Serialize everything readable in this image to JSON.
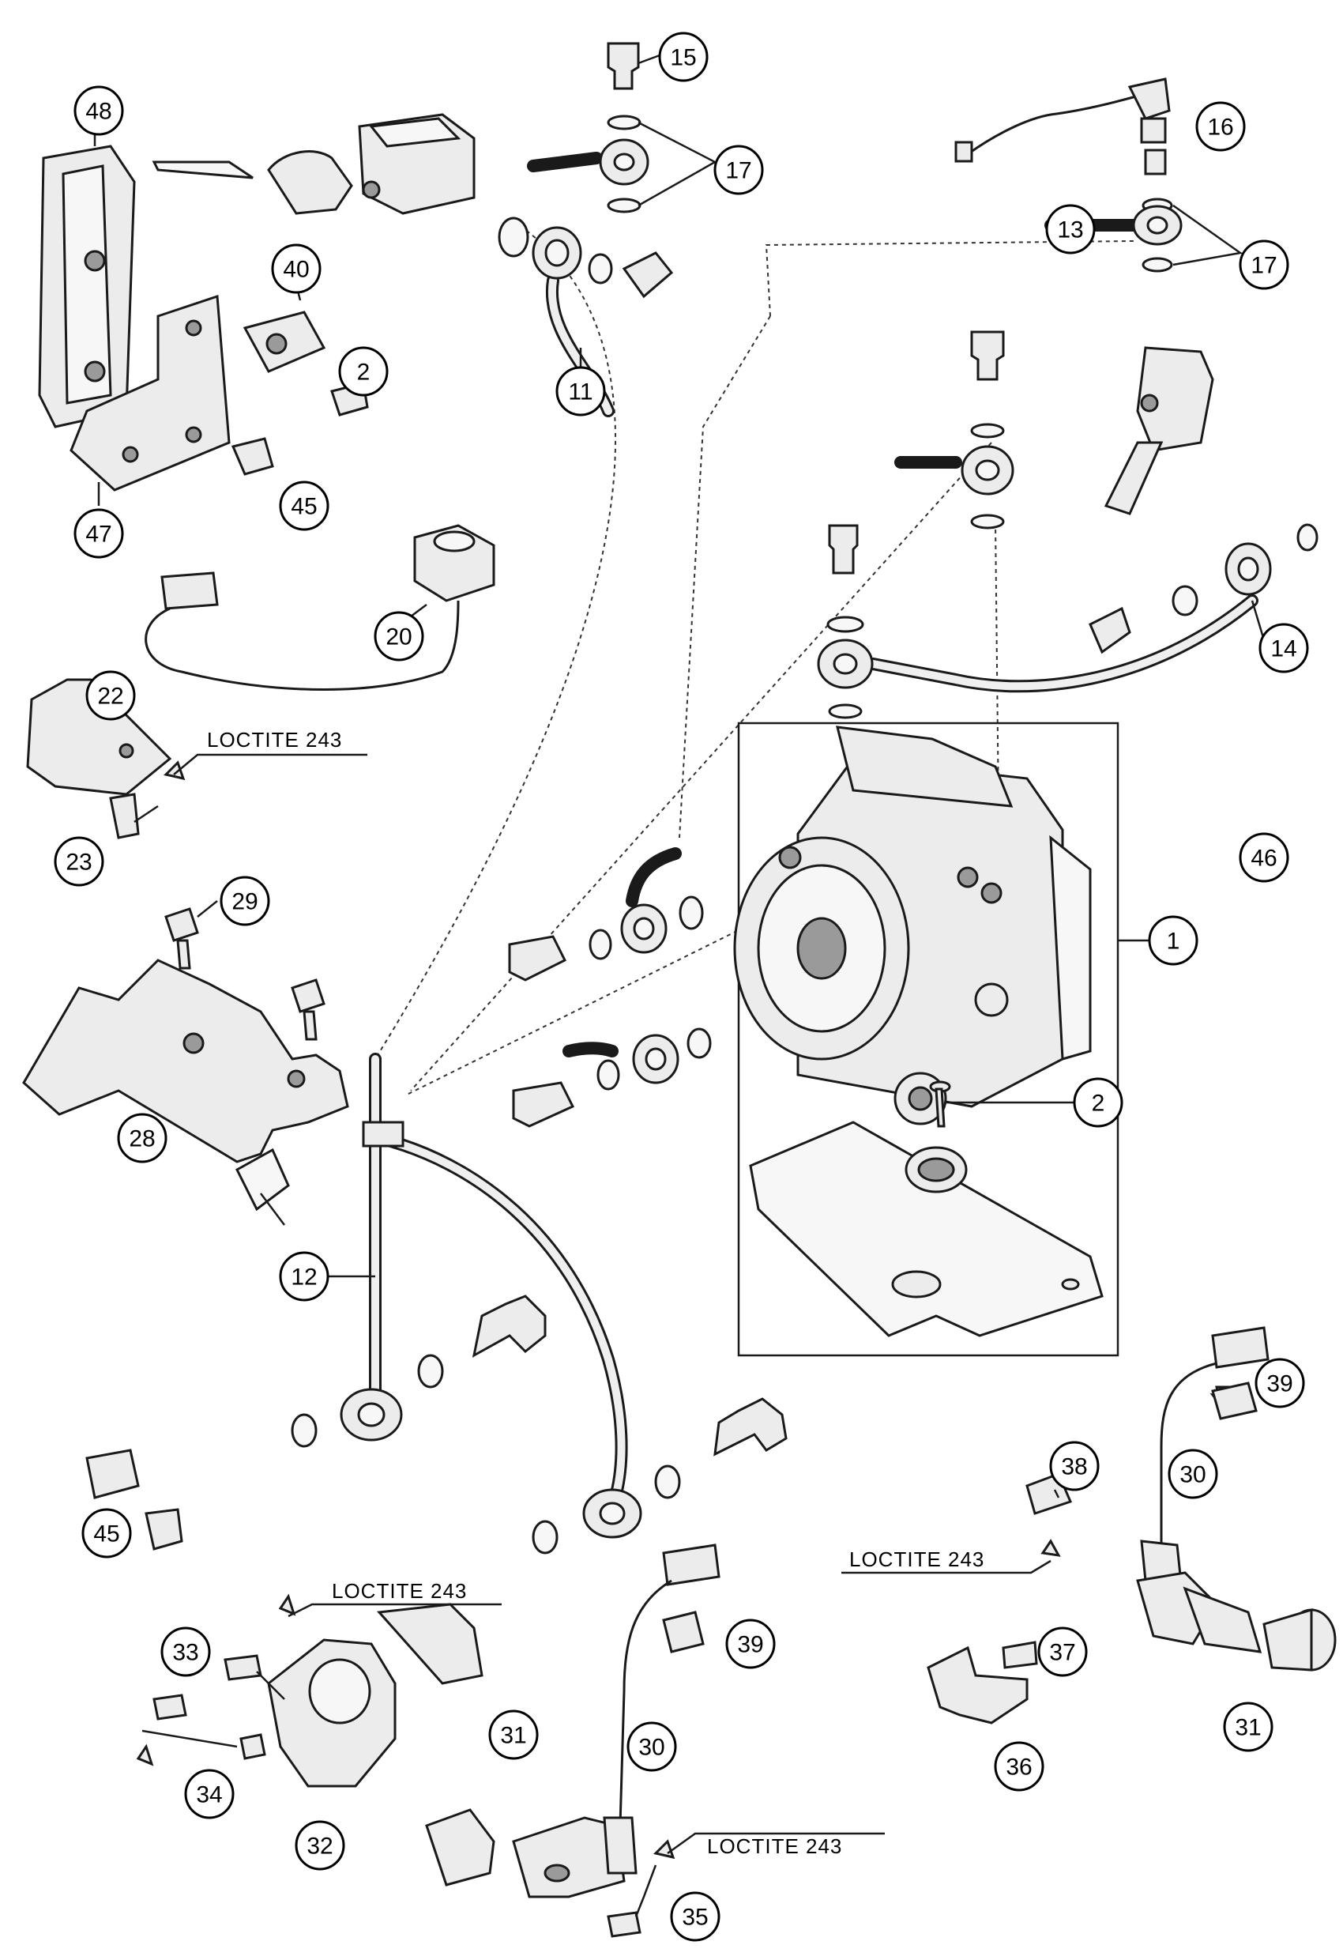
{
  "diagram": {
    "callouts": [
      {
        "id": "c1",
        "number": "1"
      },
      {
        "id": "c2a",
        "number": "2"
      },
      {
        "id": "c2b",
        "number": "2"
      },
      {
        "id": "c11",
        "number": "11"
      },
      {
        "id": "c12",
        "number": "12"
      },
      {
        "id": "c13",
        "number": "13"
      },
      {
        "id": "c14",
        "number": "14"
      },
      {
        "id": "c15",
        "number": "15"
      },
      {
        "id": "c16",
        "number": "16"
      },
      {
        "id": "c17a",
        "number": "17"
      },
      {
        "id": "c17b",
        "number": "17"
      },
      {
        "id": "c20",
        "number": "20"
      },
      {
        "id": "c22",
        "number": "22"
      },
      {
        "id": "c23",
        "number": "23"
      },
      {
        "id": "c28",
        "number": "28"
      },
      {
        "id": "c29",
        "number": "29"
      },
      {
        "id": "c30a",
        "number": "30"
      },
      {
        "id": "c30b",
        "number": "30"
      },
      {
        "id": "c31a",
        "number": "31"
      },
      {
        "id": "c31b",
        "number": "31"
      },
      {
        "id": "c32",
        "number": "32"
      },
      {
        "id": "c33",
        "number": "33"
      },
      {
        "id": "c34",
        "number": "34"
      },
      {
        "id": "c35",
        "number": "35"
      },
      {
        "id": "c36",
        "number": "36"
      },
      {
        "id": "c37",
        "number": "37"
      },
      {
        "id": "c38",
        "number": "38"
      },
      {
        "id": "c39a",
        "number": "39"
      },
      {
        "id": "c39b",
        "number": "39"
      },
      {
        "id": "c40",
        "number": "40"
      },
      {
        "id": "c45a",
        "number": "45"
      },
      {
        "id": "c45b",
        "number": "45"
      },
      {
        "id": "c46",
        "number": "46"
      },
      {
        "id": "c47",
        "number": "47"
      },
      {
        "id": "c48",
        "number": "48"
      }
    ],
    "notes": [
      {
        "id": "n1",
        "text": "LOCTITE 243"
      },
      {
        "id": "n2",
        "text": "LOCTITE 243"
      },
      {
        "id": "n3",
        "text": "LOCTITE 243"
      },
      {
        "id": "n4",
        "text": "LOCTITE 243"
      }
    ]
  }
}
